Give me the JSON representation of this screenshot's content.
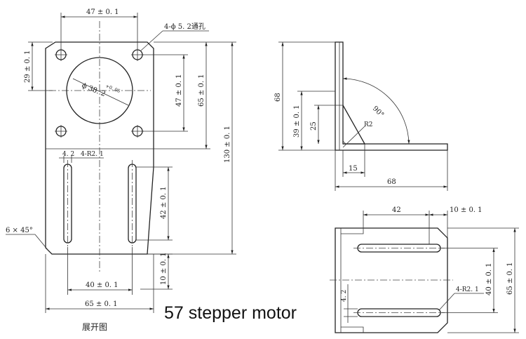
{
  "caption": "57 stepper motor",
  "unfolded_view_label": "展开图",
  "flat_view": {
    "dim_top_width": "47 ± 0. 1",
    "hole_note": "4-ϕ 5. 2通孔",
    "dim_left_height": "29 ± 0. 1",
    "center_bore": "ϕ 38. 2",
    "center_bore_tol": "+0. 05",
    "dim_hole_vertical": "47 ± 0. 1",
    "dim_plate_height": "65 ± 0. 1",
    "dim_total_height": "130 ± 0. 1",
    "slot_width": "4. 2",
    "slot_radius": "4-R2. 1",
    "slot_length": "42 ± 0. 1",
    "chamfer": "6 × 45°",
    "bottom_edge": "10 ± 0. 1",
    "slot_spacing": "40 ± 0. 1",
    "base_width": "65 ± 0. 1"
  },
  "side_view": {
    "height": "68",
    "gusset_angle": "90°",
    "gusset_height": "25",
    "gusset_position": "39 ± 0. 1",
    "bend_radius": "R2",
    "gusset_base": "15",
    "base_length": "68"
  },
  "top_view": {
    "slot_length": "42",
    "edge_offset": "10 ± 0. 1",
    "slot_spacing": "40 ± 0. 1",
    "overall_width": "65 ± 0. 1",
    "slot_width": "4. 2",
    "slot_radius": "4-R2. 1"
  }
}
